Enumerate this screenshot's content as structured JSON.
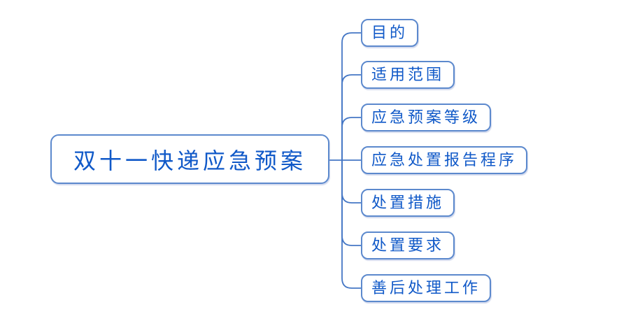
{
  "diagram": {
    "type": "mindmap",
    "root": {
      "label": "双十一快递应急预案"
    },
    "children": [
      {
        "label": "目的"
      },
      {
        "label": "适用范围"
      },
      {
        "label": "应急预案等级"
      },
      {
        "label": "应急处置报告程序"
      },
      {
        "label": "处置措施"
      },
      {
        "label": "处置要求"
      },
      {
        "label": "善后处理工作"
      }
    ],
    "colors": {
      "node_text": "#1059C8",
      "node_border": "#5C89CD",
      "connector_line": "#4577C5",
      "background": "#FFFFFF"
    }
  }
}
